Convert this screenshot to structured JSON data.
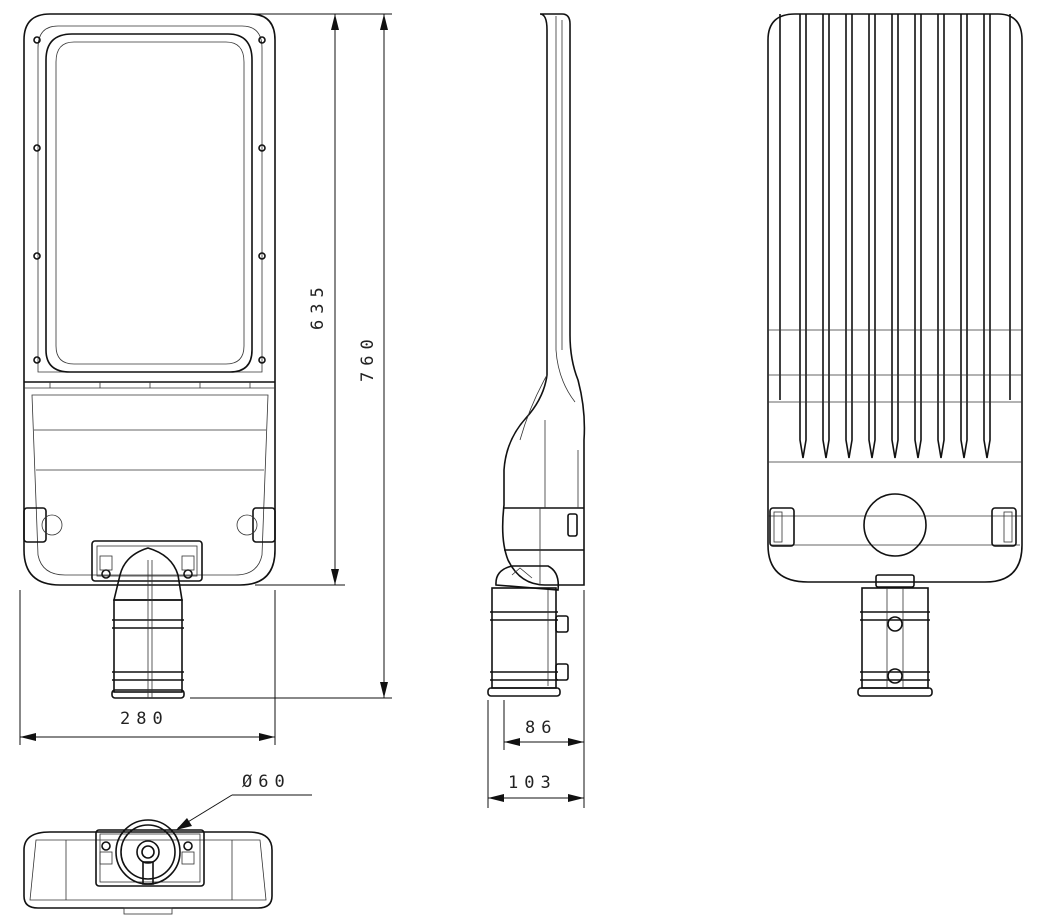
{
  "dimensions": {
    "front_width": "280",
    "height_635": "635",
    "height_760": "760",
    "side_86": "86",
    "side_103": "103",
    "pole_diameter": "Ø60"
  },
  "colors": {
    "line": "#111111",
    "background": "#ffffff"
  }
}
